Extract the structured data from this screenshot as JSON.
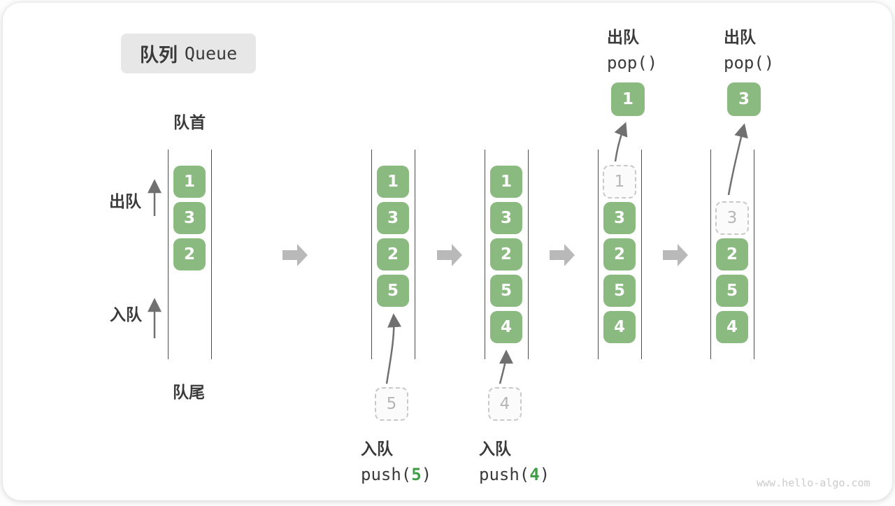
{
  "title": {
    "zh": "队列",
    "en": "Queue"
  },
  "labels": {
    "front": "队首",
    "rear": "队尾",
    "dequeue": "出队",
    "enqueue": "入队"
  },
  "colors": {
    "box_green": "#8aba7f",
    "dashed_border": "#c9c9c9",
    "dashed_fill": "#fbfbfb",
    "dashed_text": "#b5b5b5",
    "block_arrow": "#b9b9b9",
    "thin_arrow": "#707070",
    "line": "#4d4d4d",
    "text_dark": "#3a3a3a",
    "code_arg_green": "#3f9e46",
    "title_bg": "#e7e7e7",
    "watermark": "#cbcbcb"
  },
  "states": [
    {
      "boxes": [
        {
          "value": "1",
          "slot": 0,
          "kind": "solid"
        },
        {
          "value": "3",
          "slot": 1,
          "kind": "solid"
        },
        {
          "value": "2",
          "slot": 2,
          "kind": "solid"
        }
      ]
    },
    {
      "boxes": [
        {
          "value": "1",
          "slot": 0,
          "kind": "solid"
        },
        {
          "value": "3",
          "slot": 1,
          "kind": "solid"
        },
        {
          "value": "2",
          "slot": 2,
          "kind": "solid"
        },
        {
          "value": "5",
          "slot": 3,
          "kind": "solid"
        }
      ]
    },
    {
      "boxes": [
        {
          "value": "1",
          "slot": 0,
          "kind": "solid"
        },
        {
          "value": "3",
          "slot": 1,
          "kind": "solid"
        },
        {
          "value": "2",
          "slot": 2,
          "kind": "solid"
        },
        {
          "value": "5",
          "slot": 3,
          "kind": "solid"
        },
        {
          "value": "4",
          "slot": 4,
          "kind": "solid"
        }
      ]
    },
    {
      "boxes": [
        {
          "value": "1",
          "slot": 0,
          "kind": "dashed"
        },
        {
          "value": "3",
          "slot": 1,
          "kind": "solid"
        },
        {
          "value": "2",
          "slot": 2,
          "kind": "solid"
        },
        {
          "value": "5",
          "slot": 3,
          "kind": "solid"
        },
        {
          "value": "4",
          "slot": 4,
          "kind": "solid"
        }
      ],
      "popped": {
        "value": "1"
      }
    },
    {
      "boxes": [
        {
          "value": "3",
          "slot": 1,
          "kind": "dashed"
        },
        {
          "value": "2",
          "slot": 2,
          "kind": "solid"
        },
        {
          "value": "5",
          "slot": 3,
          "kind": "solid"
        },
        {
          "value": "4",
          "slot": 4,
          "kind": "solid"
        }
      ],
      "popped": {
        "value": "3"
      }
    }
  ],
  "operations": {
    "push5": {
      "label": "入队",
      "code_prefix": "push(",
      "arg": "5",
      "code_suffix": ")",
      "staged": "5"
    },
    "push4": {
      "label": "入队",
      "code_prefix": "push(",
      "arg": "4",
      "code_suffix": ")",
      "staged": "4"
    },
    "pop1": {
      "label": "出队",
      "code": "pop()"
    },
    "pop2": {
      "label": "出队",
      "code": "pop()"
    }
  },
  "watermark": "www.hello-algo.com"
}
